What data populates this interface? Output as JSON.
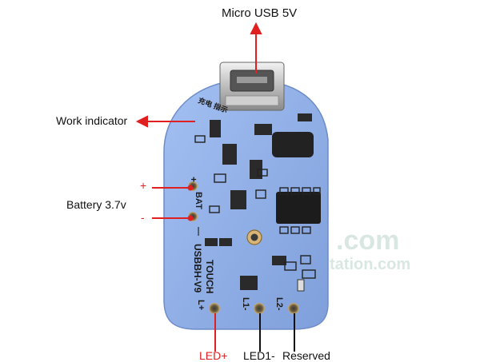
{
  "callouts": {
    "micro_usb": "Micro USB 5V",
    "work_indicator": "Work indicator",
    "plus": "+",
    "battery": "Battery 3.7v",
    "minus": "-",
    "led_plus": "LED+",
    "led1_minus": "LED1-",
    "reserved": "Reserved"
  },
  "silkscreen": {
    "touch": "TOUCH",
    "board_id": "USBBH-V9",
    "bat_plus": "+",
    "bat_label": "BAT",
    "bat_minus": "—",
    "pad_l_plus": "L+",
    "pad_l1": "L1-",
    "pad_l2": "L2-",
    "indicator_cn": "充电 指示"
  },
  "watermark": {
    "line1": ".com",
    "line2": "tation.com"
  },
  "colors": {
    "pcb": "#8fb0e8",
    "arrow": "#e02020",
    "label_red": "#e02020",
    "label_black": "#111111"
  }
}
